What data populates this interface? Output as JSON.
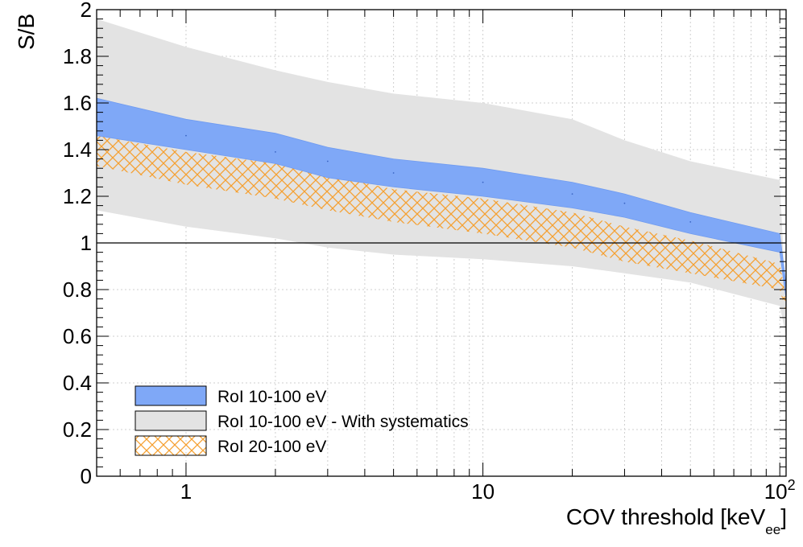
{
  "chart_data": {
    "type": "area",
    "title": "",
    "xlabel": "COV threshold [keV",
    "xlabel_sub": "ee",
    "xlabel_close": "]",
    "ylabel": "S/B",
    "xscale": "log",
    "xlim": [
      0.5,
      105
    ],
    "ylim": [
      0,
      2
    ],
    "grid": true,
    "legend_position": "bottom-left",
    "x_tick_labels": [
      {
        "value": 1,
        "base": "1",
        "exp": ""
      },
      {
        "value": 10,
        "base": "10",
        "exp": ""
      },
      {
        "value": 100,
        "base": "10",
        "exp": "2"
      }
    ],
    "y_tick_labels": [
      {
        "value": 0,
        "label": "0"
      },
      {
        "value": 0.2,
        "label": "0.2"
      },
      {
        "value": 0.4,
        "label": "0.4"
      },
      {
        "value": 0.6,
        "label": "0.6"
      },
      {
        "value": 0.8,
        "label": "0.8"
      },
      {
        "value": 1,
        "label": "1"
      },
      {
        "value": 1.2,
        "label": "1.2"
      },
      {
        "value": 1.4,
        "label": "1.4"
      },
      {
        "value": 1.6,
        "label": "1.6"
      },
      {
        "value": 1.8,
        "label": "1.8"
      },
      {
        "value": 2,
        "label": "2"
      }
    ],
    "reference_line": {
      "y": 1
    },
    "series": [
      {
        "name": "RoI 10-100 eV - With systematics",
        "style": "band",
        "color": "#e3e3e3",
        "x": [
          0.5,
          1,
          2,
          3,
          5,
          10,
          20,
          30,
          50,
          100,
          105
        ],
        "upper": [
          1.96,
          1.84,
          1.74,
          1.69,
          1.64,
          1.6,
          1.53,
          1.44,
          1.35,
          1.27,
          0.72
        ],
        "lower": [
          1.14,
          1.07,
          1.02,
          0.98,
          0.95,
          0.93,
          0.9,
          0.87,
          0.83,
          0.73,
          0.6
        ]
      },
      {
        "name": "RoI 20-100 eV",
        "style": "hatched",
        "color": "#f5a030",
        "x": [
          0.5,
          1,
          2,
          3,
          5,
          10,
          20,
          30,
          50,
          100,
          105
        ],
        "upper": [
          1.46,
          1.39,
          1.34,
          1.29,
          1.23,
          1.19,
          1.13,
          1.07,
          1.01,
          0.91,
          0.77
        ],
        "lower": [
          1.33,
          1.25,
          1.19,
          1.14,
          1.09,
          1.04,
          0.98,
          0.92,
          0.87,
          0.8,
          0.7
        ]
      },
      {
        "name": "RoI 10-100 eV",
        "style": "band",
        "color": "#7fa8f7",
        "x": [
          0.5,
          1,
          2,
          3,
          5,
          10,
          20,
          30,
          50,
          100,
          105
        ],
        "upper": [
          1.62,
          1.53,
          1.47,
          1.41,
          1.36,
          1.32,
          1.26,
          1.21,
          1.13,
          1.04,
          0.82
        ],
        "lower": [
          1.46,
          1.4,
          1.34,
          1.28,
          1.24,
          1.2,
          1.15,
          1.11,
          1.04,
          0.96,
          0.76
        ],
        "center_x": [
          1,
          2,
          3,
          5,
          10,
          20,
          30,
          50
        ],
        "center_y": [
          1.46,
          1.39,
          1.35,
          1.3,
          1.26,
          1.21,
          1.17,
          1.09
        ]
      }
    ]
  }
}
